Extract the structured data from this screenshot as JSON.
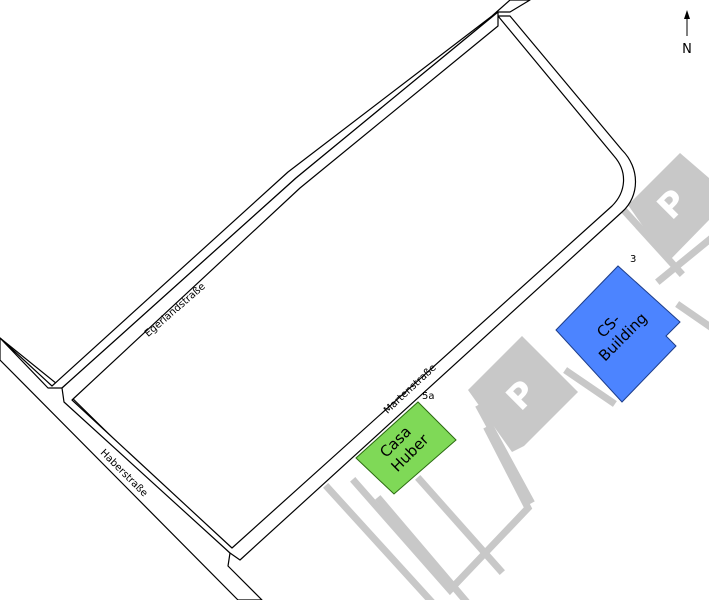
{
  "map": {
    "north_label": "N",
    "streets": {
      "egerland": "Egerlandstraße",
      "marten": "Martenstraße",
      "haber": "Haberstraße"
    },
    "buildings": {
      "casa_huber": {
        "lines": [
          "Casa",
          "Huber"
        ],
        "number": "5a",
        "color": "#7fd957"
      },
      "cs_building": {
        "lines": [
          "CS-",
          "Building"
        ],
        "number": "3",
        "color": "#4c84ff"
      }
    },
    "parking": {
      "symbol": "P",
      "color": "#c8c8c8"
    }
  }
}
